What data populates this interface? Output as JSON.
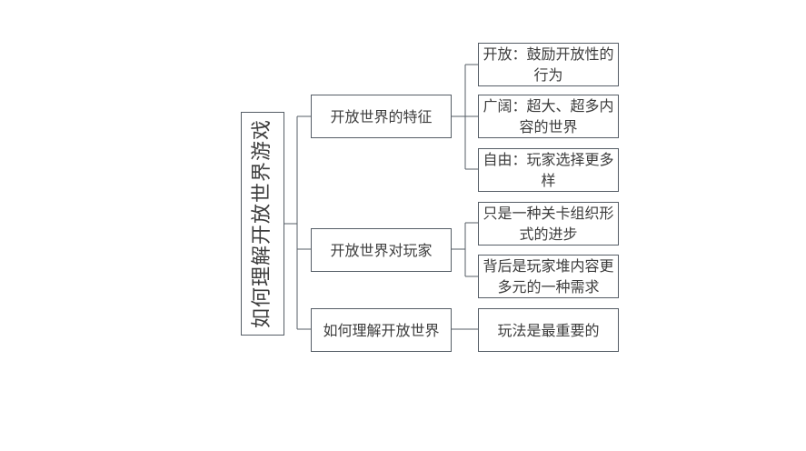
{
  "root": {
    "label": "如何理解开放世界游戏"
  },
  "branches": [
    {
      "label": "开放世界的特征",
      "children": [
        "开放：鼓励开放性的行为",
        "广阔：超大、超多内容的世界",
        "自由：玩家选择更多样"
      ]
    },
    {
      "label": "开放世界对玩家",
      "children": [
        "只是一种关卡组织形式的进步",
        "背后是玩家堆内容更多元的一种需求"
      ]
    },
    {
      "label": "如何理解开放世界",
      "children": [
        "玩法是最重要的"
      ]
    }
  ],
  "colors": {
    "line": "#555d66",
    "text": "#3d3d3d",
    "background": "#ffffff"
  }
}
